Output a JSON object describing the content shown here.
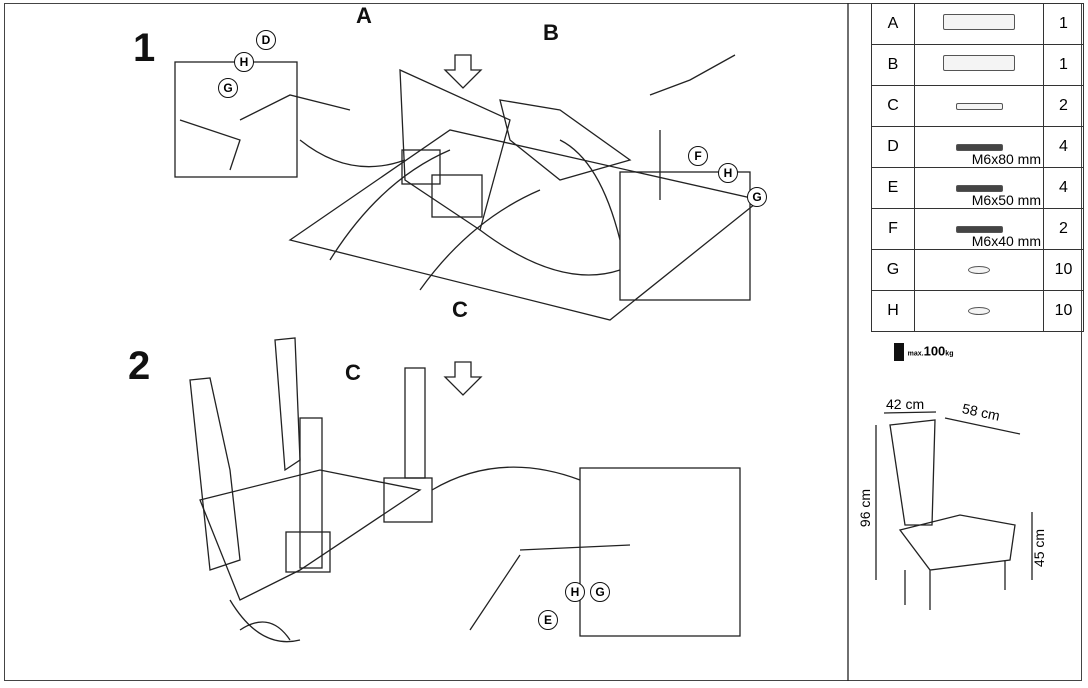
{
  "steps": {
    "one": "1",
    "two": "2"
  },
  "step1_labels": {
    "A": "A",
    "B": "B"
  },
  "step2_labels": {
    "C1": "C",
    "C2": "C"
  },
  "callouts": {
    "s1_left": [
      "D",
      "H",
      "G"
    ],
    "s1_right": [
      "F",
      "H",
      "G"
    ],
    "s2": [
      "E",
      "H",
      "G"
    ]
  },
  "parts": [
    {
      "letter": "A",
      "spec": "",
      "qty": "1"
    },
    {
      "letter": "B",
      "spec": "",
      "qty": "1"
    },
    {
      "letter": "C",
      "spec": "",
      "qty": "2"
    },
    {
      "letter": "D",
      "spec": "M6x80 mm",
      "qty": "4"
    },
    {
      "letter": "E",
      "spec": "M6x50 mm",
      "qty": "4"
    },
    {
      "letter": "F",
      "spec": "M6x40 mm",
      "qty": "2"
    },
    {
      "letter": "G",
      "spec": "",
      "qty": "10"
    },
    {
      "letter": "H",
      "spec": "",
      "qty": "10"
    }
  ],
  "weight": {
    "prefix": "max.",
    "value": "100",
    "unit": "kg"
  },
  "dimensions": {
    "width": "42 cm",
    "depth": "58 cm",
    "height": "96 cm",
    "seat_height": "45 cm"
  }
}
